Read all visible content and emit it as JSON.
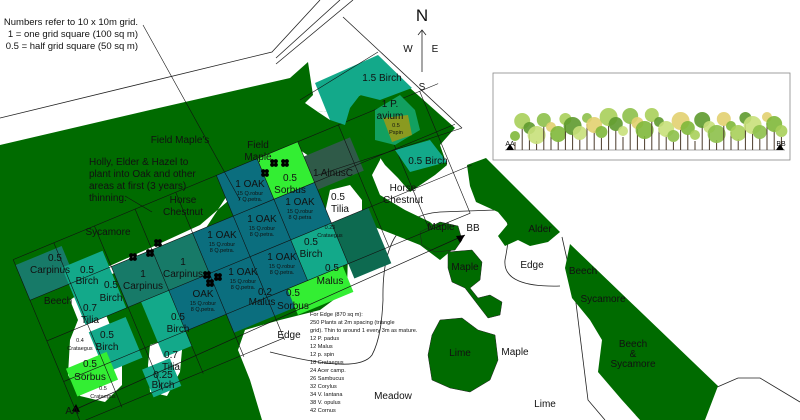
{
  "legend": {
    "lines": [
      "Numbers refer to 10 x 10m grid.",
      "1 = one grid square (100 sq m)",
      "0.5 = half grid square (50 sq m)"
    ]
  },
  "compass": {
    "n": "N",
    "w": "W",
    "e": "E",
    "s": "S"
  },
  "labels": [
    "Field Maple's",
    "Field",
    "Maple",
    "1.5 Birch",
    "1 P.",
    "avium",
    "0.5",
    "Pspin",
    "0.5 Birch",
    "1 AlnusC",
    "0.5",
    "Sorbus",
    "Horse",
    "Chestnut",
    "Horse",
    "Chestnut",
    "0.5",
    "Tilia",
    "0.25",
    "Crataegus",
    "Sycamore",
    "Holly, Elder & Hazel to",
    "plant into Oak and other",
    "areas at first (3 years)",
    "thinning.",
    "0.5",
    "Carpinus",
    "0.5",
    "Birch",
    "1",
    "Carpinus",
    "1",
    "Carpinus",
    "0.5",
    "Birch",
    "Beech",
    "0.7",
    "Tilia",
    "0.4",
    "Crataegus",
    "0.5",
    "Birch",
    "0.5",
    "Sorbus",
    "0.5",
    "Crataegus",
    "AA",
    "0.7",
    "Tilia",
    "0.25",
    "Birch",
    "0.5",
    "Birch",
    "0.2",
    "Malus",
    "0.5",
    "Sorbus",
    "0.5",
    "Malus",
    "0.5",
    "Birch",
    "Edge",
    "Maple",
    "BB",
    "Alder",
    "Maple",
    "Edge",
    "Beech",
    "Sycamore",
    "Beech",
    "&",
    "Sycamore",
    "Lime",
    "Maple",
    "Meadow",
    "Lime"
  ],
  "oak_cells": [
    {
      "title": "1 OAK",
      "robur": "15 Q.robur",
      "petra": "7 Q.petra."
    },
    {
      "title": "1 OAK",
      "robur": "15 Q.robur",
      "petra": "8 Q.petra"
    },
    {
      "title": "1 OAK",
      "robur": "15 Q.robur",
      "petra": "8 Q.petra."
    },
    {
      "title": "1 OAK",
      "robur": "15 Q.robur",
      "petra": "8 Q.petra."
    },
    {
      "title": "1 OAK",
      "robur": "15 Q.robur",
      "petra": "8 Q.petra."
    },
    {
      "title": "1 OAK",
      "robur": "15 Q.robur",
      "petra": "8 Q.petra."
    },
    {
      "title": "OAK",
      "robur": "15 Q.robur",
      "petra": "8 Q.petra."
    }
  ],
  "edge_note": [
    "For Edge (870 sq m):",
    "250 Plants at 2m spacing (triangle",
    "grid). Thin to around 1 every 3m as mature.",
    "12 P. padus",
    "12 Malus",
    "12 p. spin",
    "18 Crataegus",
    "24 Acer camp.",
    "26 Sambucus",
    "32 Corylus",
    "34 V. lantana",
    "38 V. opulus",
    "42 Cornus"
  ],
  "section_panel": {
    "left": "AA",
    "right": "BB"
  },
  "colors": {
    "woodland": "#006b00",
    "oak": "#0b6e7e",
    "carpinus": "#177a68",
    "birch": "#13a98a",
    "sorbus": "#33ee33",
    "alnus": "#2f5a48",
    "malus": "#0d6a50",
    "p_avium": "#12a060",
    "pspin": "#8a9a20"
  }
}
